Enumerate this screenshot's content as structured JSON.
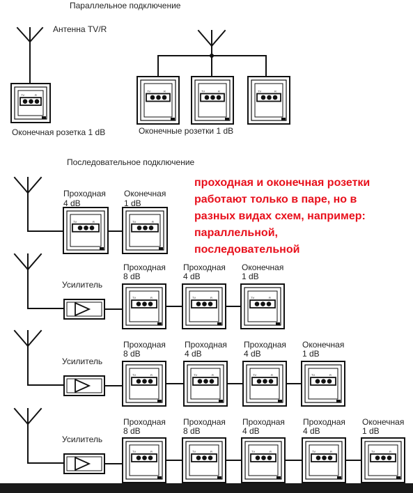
{
  "parallel": {
    "title": "Параллельное подключение",
    "antenna_label": "Антенна TV/R",
    "single_caption": "Оконечная розетка 1 dB",
    "multi_caption": "Оконечные розетки 1 dB"
  },
  "serial": {
    "title": "Последовательное подключение",
    "note_lines": [
      "проходная и оконечная розетки",
      "работают только в паре, но в",
      "разных видах схем, например:",
      "параллельной,",
      "последовательной"
    ],
    "note_color": "#e8101c",
    "amp_label": "Усилитель",
    "schemes": [
      {
        "amplifier": false,
        "sockets": [
          [
            "Проходная",
            "4 dB"
          ],
          [
            "Оконечная",
            "1 dB"
          ]
        ]
      },
      {
        "amplifier": true,
        "sockets": [
          [
            "Проходная",
            "8 dB"
          ],
          [
            "Проходная",
            "4 dB"
          ],
          [
            "Оконечная",
            "1 dB"
          ]
        ]
      },
      {
        "amplifier": true,
        "sockets": [
          [
            "Проходная",
            "8 dB"
          ],
          [
            "Проходная",
            "4 dB"
          ],
          [
            "Проходная",
            "4 dB"
          ],
          [
            "Оконечная",
            "1 dB"
          ]
        ]
      },
      {
        "amplifier": true,
        "sockets": [
          [
            "Проходная",
            "8 dB"
          ],
          [
            "Проходная",
            "8 dB"
          ],
          [
            "Проходная",
            "4 dB"
          ],
          [
            "Проходная",
            "4 dB"
          ],
          [
            "Оконечная",
            "1 dB"
          ]
        ]
      }
    ]
  },
  "icons": {
    "antenna": "antenna-icon",
    "socket": "tv-socket-icon",
    "amplifier": "amplifier-icon"
  },
  "colors": {
    "line": "#111111",
    "text": "#222222"
  }
}
